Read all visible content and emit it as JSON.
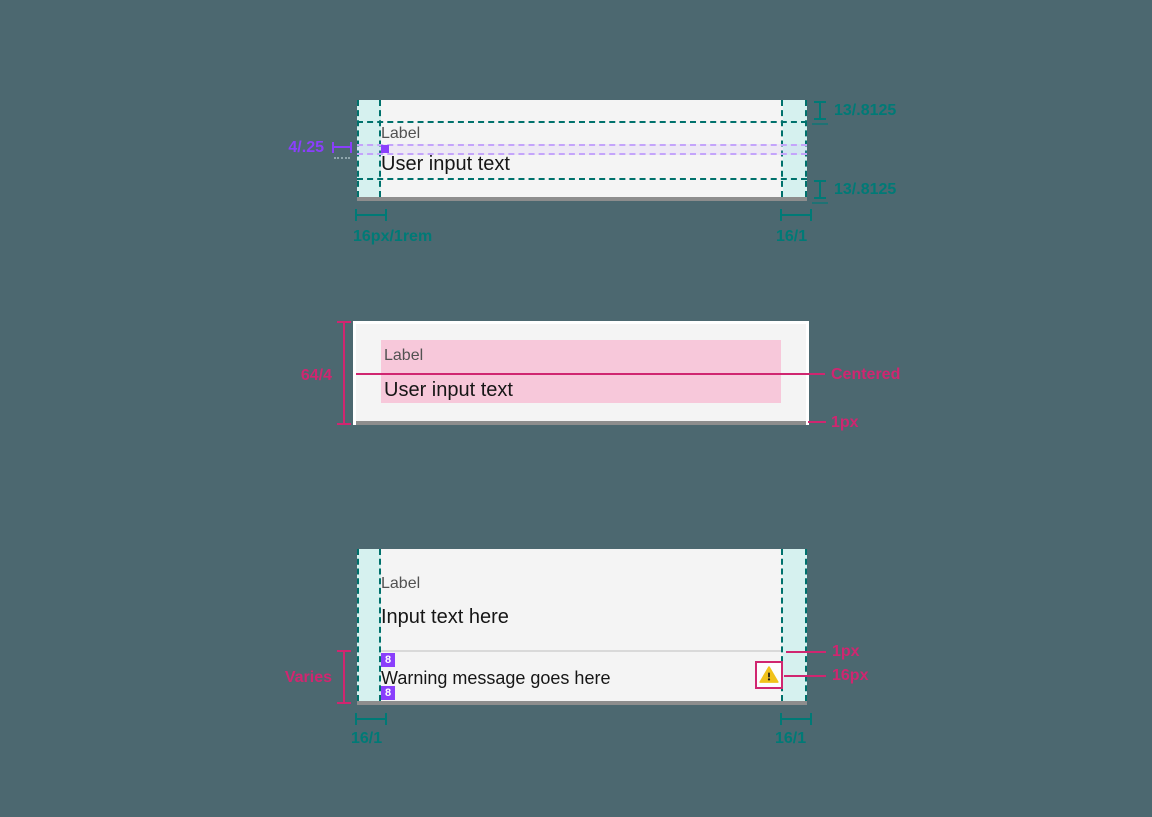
{
  "colors": {
    "background": "#4c6870",
    "field_bg": "#f4f4f4",
    "field_border": "#8d8d8d",
    "teal_fill": "#d6f1ef",
    "teal_line": "#00716c",
    "teal_text": "#007a76",
    "magenta": "#d02670",
    "pink_fill": "#f7c8da",
    "purple": "#8a3ffc",
    "purple_dash": "#c4a4fb",
    "label_gray": "#525252",
    "text_dark": "#161616",
    "divider": "#d9d9d9",
    "warning_yellow": "#f1c21b"
  },
  "spec_padding": {
    "label": "Label",
    "input_text": "User input text",
    "ann_top_right": "13/.8125",
    "ann_bottom_right": "13/.8125",
    "ann_gap": "4/.25",
    "ann_padding_left": "16px/1rem",
    "ann_padding_right": "16/1"
  },
  "spec_height": {
    "label": "Label",
    "input_text": "User input text",
    "ann_height": "64/4",
    "ann_centered": "Centered",
    "ann_border": "1px"
  },
  "spec_warning": {
    "label": "Label",
    "input_text": "Input text here",
    "warning_text": "Warning message goes here",
    "ann_divider": "1px",
    "ann_icon_size": "16px",
    "ann_height": "Varies",
    "ann_spacing_top": "8",
    "ann_spacing_bottom": "8",
    "ann_padding_left": "16/1",
    "ann_padding_right": "16/1"
  }
}
